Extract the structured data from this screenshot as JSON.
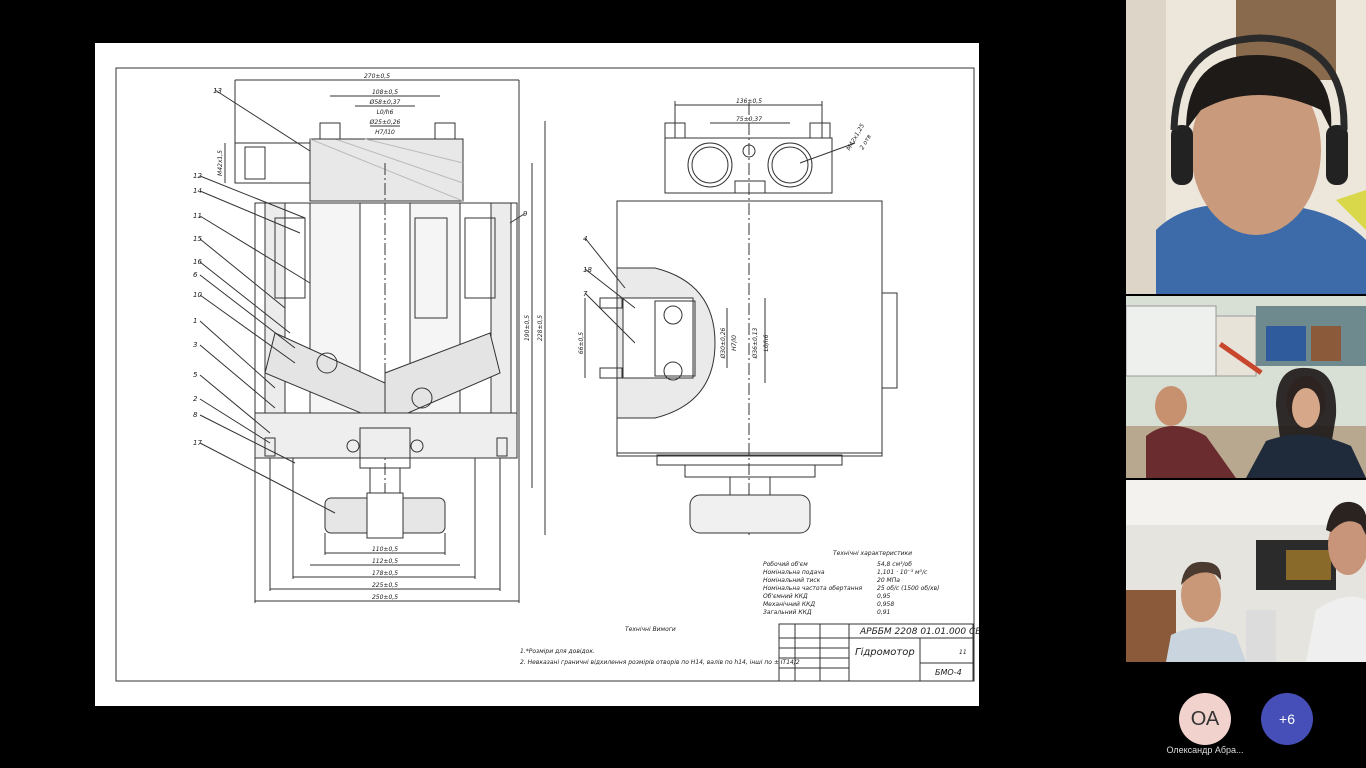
{
  "drawing": {
    "callouts_left": [
      "13",
      "12",
      "14",
      "11",
      "15",
      "16",
      "6",
      "10",
      "1",
      "3",
      "5",
      "2",
      "8",
      "17"
    ],
    "callout_right": "9",
    "callouts_side": [
      "4",
      "18",
      "7"
    ],
    "dims_top": [
      "270±0,5",
      "108±0,5",
      "Ø58±0,37",
      "L0/h6",
      "Ø25±0,26",
      "H7/l10"
    ],
    "dim_m": "M42x1,5",
    "dims_bottom": [
      "110±0,5",
      "112±0,5",
      "178±0,5",
      "225±0,5",
      "250±0,5"
    ],
    "dims_right_vertical": [
      "228±0,5",
      "190±0,5"
    ],
    "dims_side_top": [
      "136±0,5",
      "75±0,37"
    ],
    "dim_thread": "M42x1,25",
    "dim_thread_note": "2 отв",
    "dim_side_left": "66±0,5",
    "dims_side_mid": [
      "Ø30±0,26",
      "H7/l0",
      "Ø36±0,13",
      "L0/h6"
    ],
    "specs_title": "Технічні характеристики",
    "specs": [
      {
        "label": "Робочий об'єм",
        "value": "54,8 см³/об"
      },
      {
        "label": "Номінальна подача",
        "value": "1,101 · 10⁻³ м³/с"
      },
      {
        "label": "Номінальний тиск",
        "value": "20 МПа"
      },
      {
        "label": "Номінальна частота обертання",
        "value": "25 об/с (1500 об/хв)"
      },
      {
        "label": "Об'ємний ККД",
        "value": "0,95"
      },
      {
        "label": "Механічний ККД",
        "value": "0,958"
      },
      {
        "label": "Загальний ККД",
        "value": "0,91"
      }
    ],
    "tech_req_title": "Технічні Вимоги",
    "tech_req_1": "1.*Розміри для довідок.",
    "tech_req_2": "2. Невказані граничні відхилення розмірів отворів по H14, валів по h14, інші по ± IT14/2",
    "titleblock_code": "АРББМ 2208 01.01.000  СБ",
    "titleblock_name": "Гідромотор",
    "titleblock_group": "БМО-4",
    "titleblock_sheets": "11"
  },
  "participants": {
    "avatar_initials": "ОА",
    "avatar_name": "Олександр Абра...",
    "more_count": "+6"
  }
}
